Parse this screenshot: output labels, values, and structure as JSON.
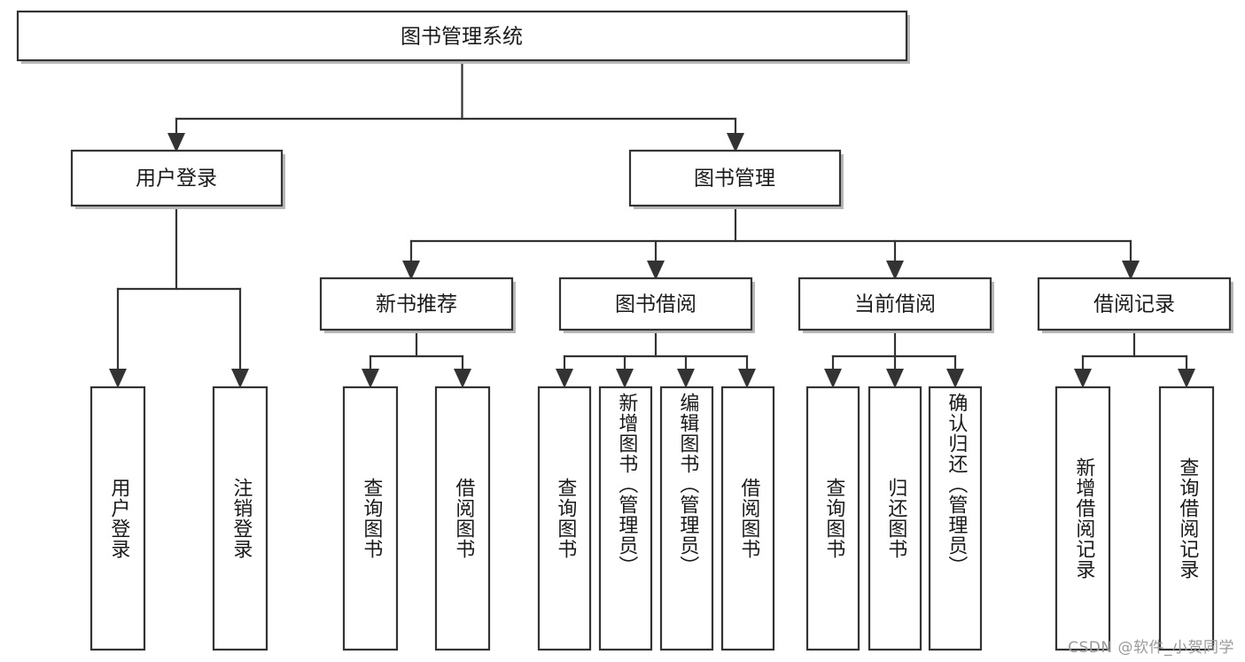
{
  "diagram": {
    "type": "tree",
    "orientation": "top-down",
    "title": "图书管理系统",
    "watermark": "CSDN @软件_小贺同学",
    "colors": {
      "box_stroke": "#333333",
      "box_fill": "#ffffff",
      "box_shadow": "#b8b8b8",
      "text": "#1a1a1a",
      "watermark": "#9a9a9a",
      "background": "#ffffff"
    },
    "root": {
      "label": "图书管理系统"
    },
    "level2": [
      {
        "label": "用户登录"
      },
      {
        "label": "图书管理"
      }
    ],
    "level3": [
      {
        "label": "新书推荐"
      },
      {
        "label": "图书借阅"
      },
      {
        "label": "当前借阅"
      },
      {
        "label": "借阅记录"
      }
    ],
    "leaves": {
      "user_login": [
        {
          "label": "用户登录"
        },
        {
          "label": "注销登录"
        }
      ],
      "new_book_recommend": [
        {
          "label": "查询图书"
        },
        {
          "label": "借阅图书"
        }
      ],
      "book_borrow": [
        {
          "label": "查询图书"
        },
        {
          "label": "新增图书（管理员）"
        },
        {
          "label": "编辑图书（管理员）"
        },
        {
          "label": "借阅图书"
        }
      ],
      "current_borrow": [
        {
          "label": "查询图书"
        },
        {
          "label": "归还图书"
        },
        {
          "label": "确认归还（管理员）"
        }
      ],
      "borrow_record": [
        {
          "label": "新增借阅记录"
        },
        {
          "label": "查询借阅记录"
        }
      ]
    }
  }
}
